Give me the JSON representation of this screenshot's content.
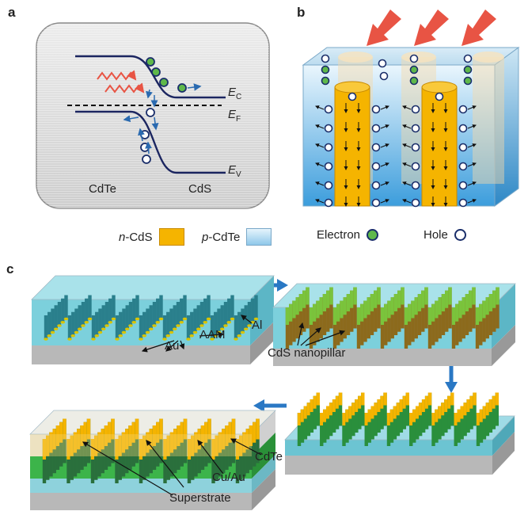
{
  "panels": {
    "a": "a",
    "b": "b",
    "c": "c"
  },
  "band_diagram": {
    "left_material": "CdTe",
    "right_material": "CdS",
    "ec_main": "E",
    "ec_sub": "C",
    "ef_main": "E",
    "ef_sub": "F",
    "ev_main": "E",
    "ev_sub": "V"
  },
  "legend": {
    "ncds_italic": "n",
    "ncds_rest": "-CdS",
    "pcdte_italic": "p",
    "pcdte_rest": "-CdTe",
    "electron": "Electron",
    "hole": "Hole"
  },
  "labels_c": {
    "au": "Au",
    "aam": "AAM",
    "al": "Al",
    "cds_nanopillar": "CdS nanopillar",
    "cdte": "CdTe",
    "cuau": "Cu/Au",
    "superstrate": "Superstrate"
  },
  "colors": {
    "cds": "#f5b400",
    "cdte_fill": "#bfe1f5",
    "electron": "#5fb84a",
    "hole_stroke": "#1a2e6a",
    "arrow_red": "#e85444",
    "arrow_blue": "#2a78c4"
  }
}
